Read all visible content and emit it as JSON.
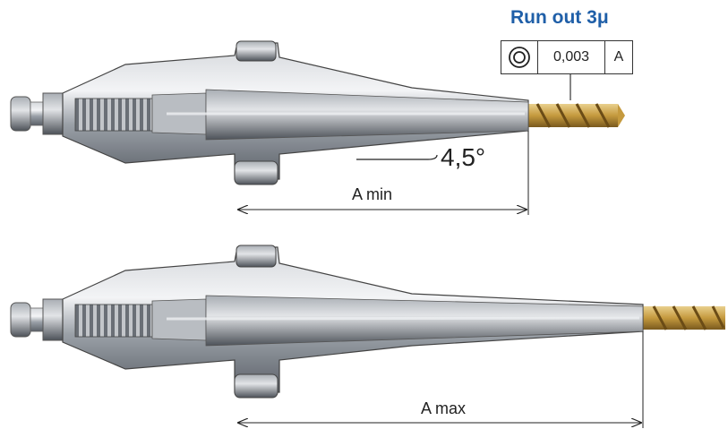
{
  "runout": {
    "title": "Run out 3μ",
    "symbol": "concentricity-icon",
    "tolerance": "0,003",
    "datum": "A"
  },
  "angle_label": "4,5°",
  "dimensions": {
    "min_label": "A min",
    "max_label": "A max"
  },
  "colors": {
    "title_blue": "#1f5fa8",
    "steel": "#8c9096",
    "drill_gold": "#c9a34a"
  }
}
